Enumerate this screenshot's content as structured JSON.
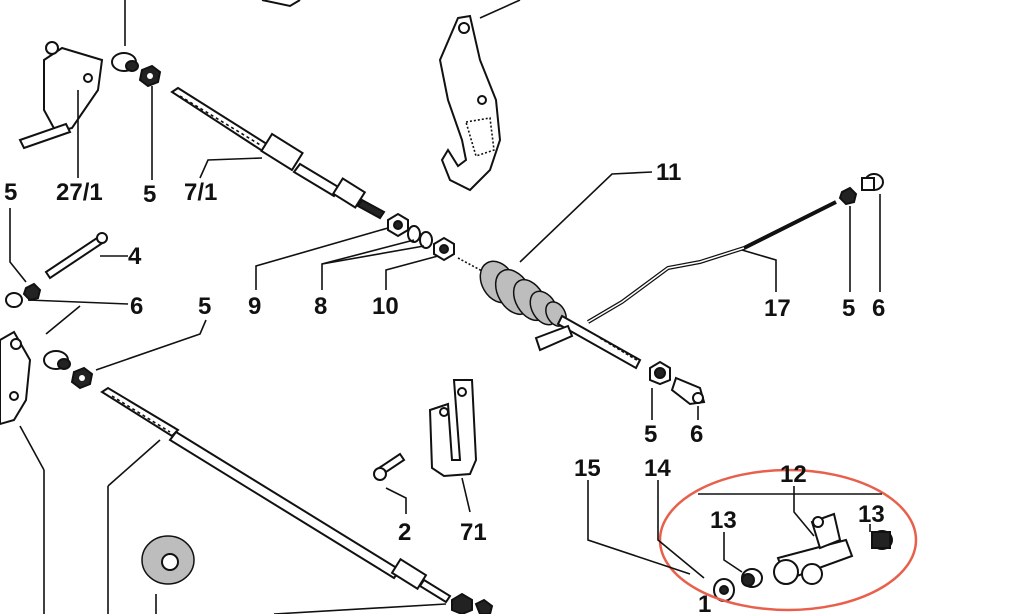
{
  "callouts": {
    "c27_1": "27/1",
    "c5a": "5",
    "c7_1": "7/1",
    "c5b": "5",
    "c4": "4",
    "c6a": "6",
    "c5c": "5",
    "c9": "9",
    "c8": "8",
    "c10": "10",
    "c11": "11",
    "c17": "17",
    "c5d": "5",
    "c6b": "6",
    "c5e": "5",
    "c6c": "6",
    "c2": "2",
    "c71": "71",
    "c15": "15",
    "c14": "14",
    "c12": "12",
    "c13a": "13",
    "c13b": "13",
    "c1": "1"
  },
  "highlight_color": "#e8604c",
  "ink_color": "#111111"
}
